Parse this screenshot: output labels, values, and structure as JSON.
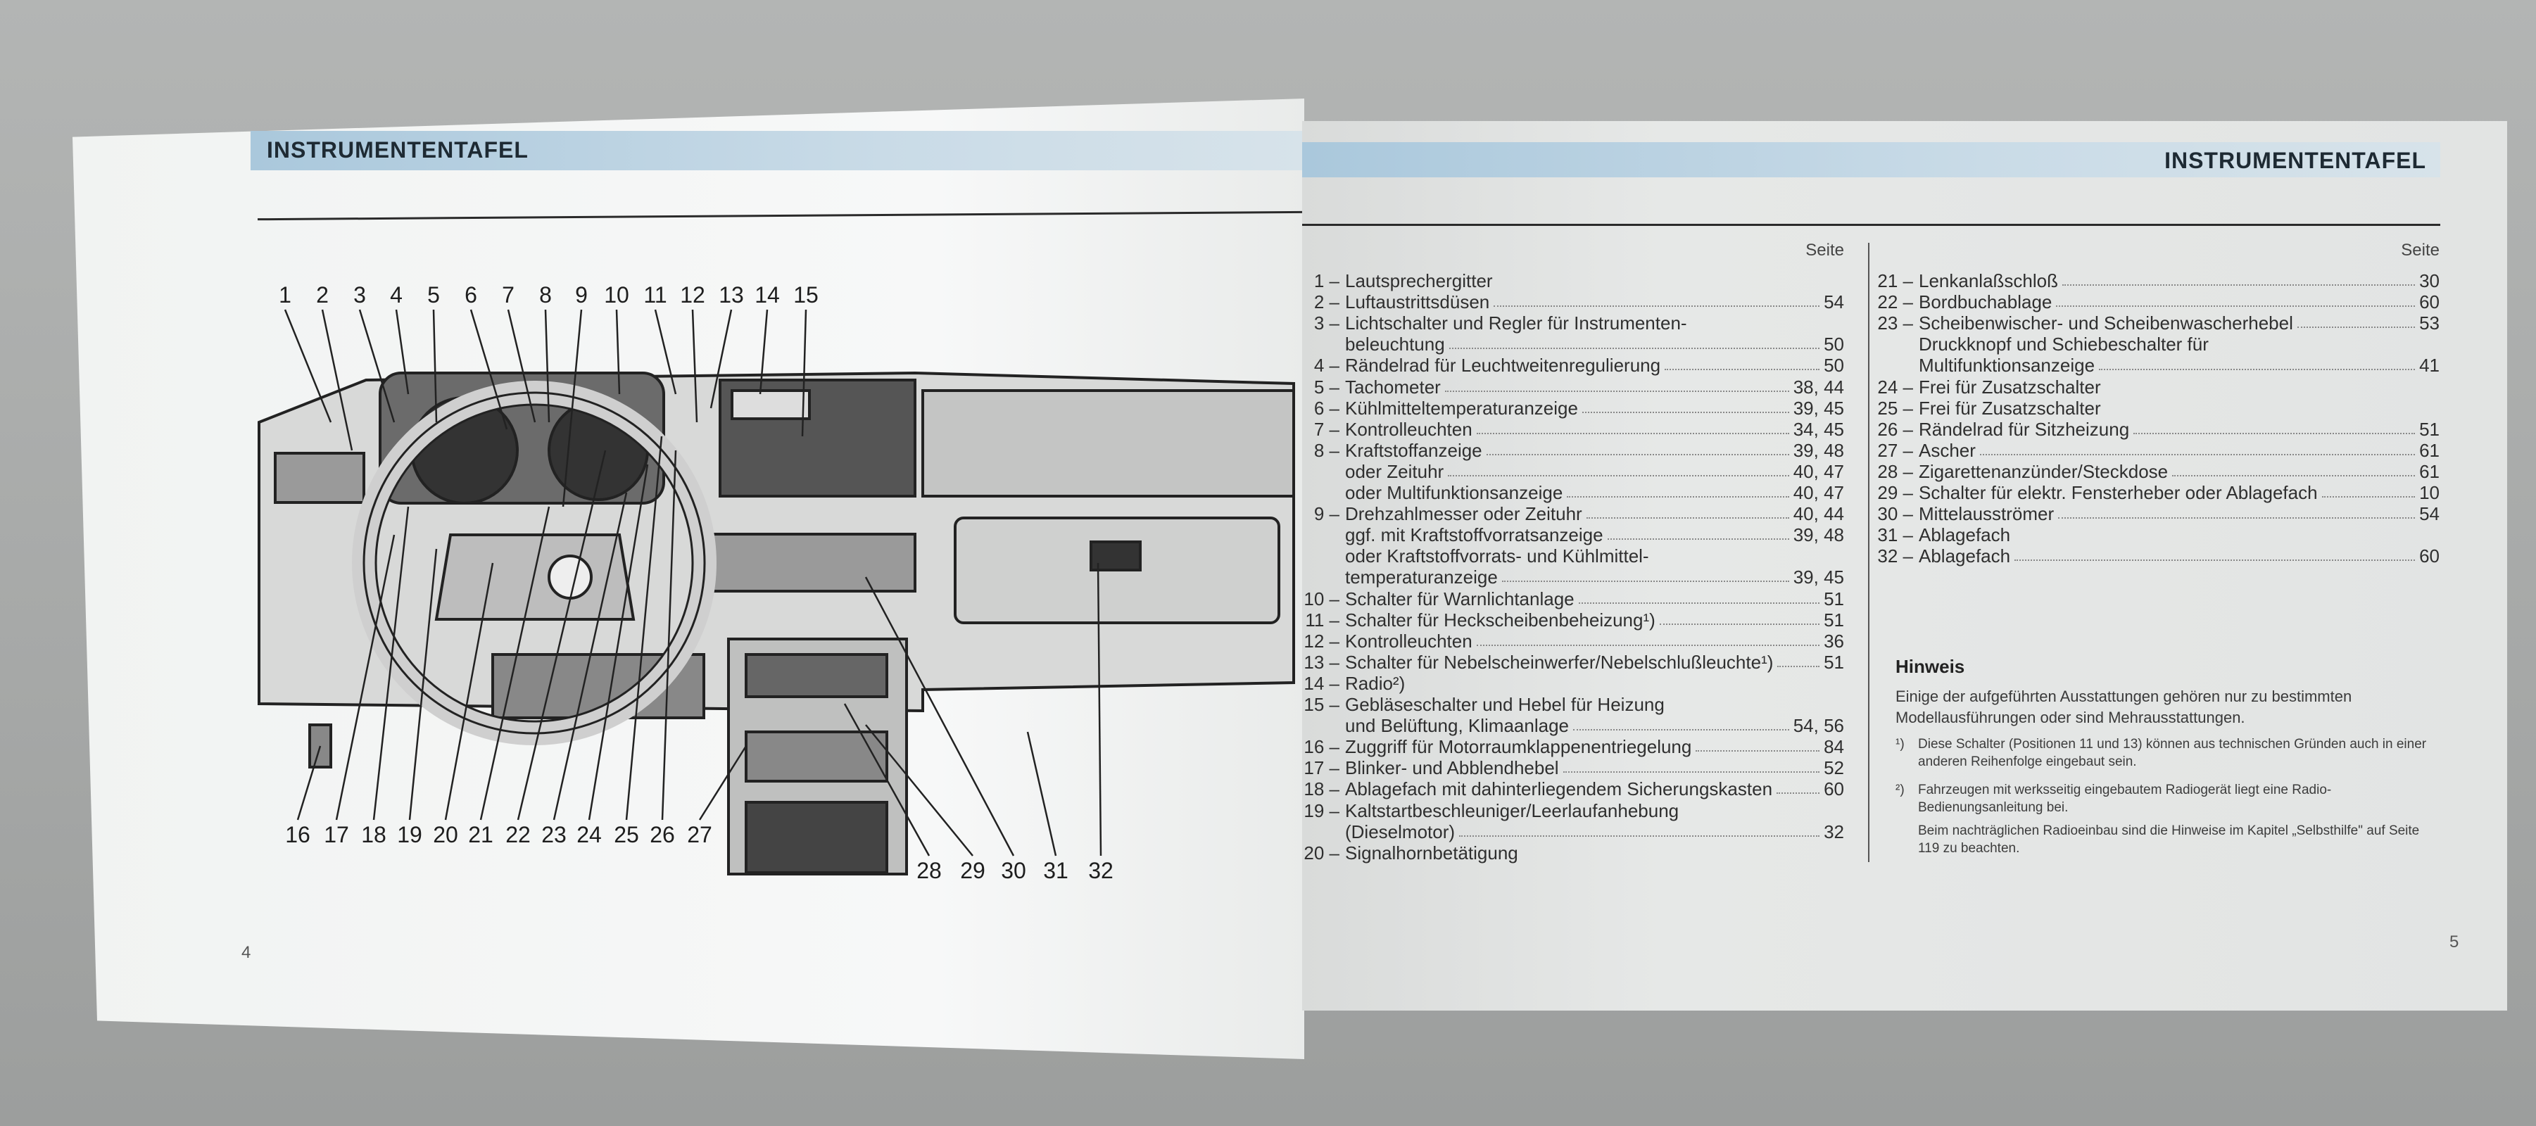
{
  "left_page": {
    "title": "INSTRUMENTENTAFEL",
    "page_number": "4",
    "diagram_callouts_top": [
      "1",
      "2",
      "3",
      "4",
      "5",
      "6",
      "7",
      "8",
      "9",
      "10",
      "11",
      "12",
      "13",
      "14",
      "15"
    ],
    "diagram_callouts_bottom": [
      "16",
      "17",
      "18",
      "19",
      "20",
      "21",
      "22",
      "23",
      "24",
      "25",
      "26",
      "27",
      "28",
      "29",
      "30",
      "31",
      "32"
    ],
    "accent_band_color": "#aac8dc"
  },
  "right_page": {
    "title": "INSTRUMENTENTAFEL",
    "page_number": "5",
    "column_header": "Seite",
    "list_left": [
      {
        "n": "1 –",
        "t": "Lautsprechergitter",
        "p": ""
      },
      {
        "n": "2 –",
        "t": "Luftaustrittsdüsen",
        "p": "54"
      },
      {
        "n": "3 –",
        "t": "Lichtschalter und Regler für Instrumenten-",
        "p": ""
      },
      {
        "n": "",
        "t": "beleuchtung",
        "p": "50"
      },
      {
        "n": "4 –",
        "t": "Rändelrad für Leuchtweitenregulierung",
        "p": "50"
      },
      {
        "n": "5 –",
        "t": "Tachometer",
        "p": "38, 44"
      },
      {
        "n": "6 –",
        "t": "Kühlmitteltemperaturanzeige",
        "p": "39, 45"
      },
      {
        "n": "7 –",
        "t": "Kontrolleuchten",
        "p": "34, 45"
      },
      {
        "n": "8 –",
        "t": "Kraftstoffanzeige",
        "p": "39, 48"
      },
      {
        "n": "",
        "t": "oder Zeituhr",
        "p": "40, 47"
      },
      {
        "n": "",
        "t": "oder Multifunktionsanzeige",
        "p": "40, 47"
      },
      {
        "n": "9 –",
        "t": "Drehzahlmesser oder Zeituhr",
        "p": "40, 44"
      },
      {
        "n": "",
        "t": "ggf. mit Kraftstoffvorratsanzeige",
        "p": "39, 48"
      },
      {
        "n": "",
        "t": "oder Kraftstoffvorrats- und Kühlmittel-",
        "p": ""
      },
      {
        "n": "",
        "t": "temperaturanzeige",
        "p": "39, 45"
      },
      {
        "n": "10 –",
        "t": "Schalter für Warnlichtanlage",
        "p": "51"
      },
      {
        "n": "11 –",
        "t": "Schalter für Heckscheibenbeheizung¹)",
        "p": "51"
      },
      {
        "n": "12 –",
        "t": "Kontrolleuchten",
        "p": "36"
      },
      {
        "n": "13 –",
        "t": "Schalter für Nebelscheinwerfer/Nebelschlußleuchte¹)",
        "p": "51"
      },
      {
        "n": "14 –",
        "t": "Radio²)",
        "p": ""
      },
      {
        "n": "15 –",
        "t": "Gebläseschalter und Hebel für Heizung",
        "p": ""
      },
      {
        "n": "",
        "t": "und Belüftung, Klimaanlage",
        "p": "54, 56"
      },
      {
        "n": "16 –",
        "t": "Zuggriff für Motorraumklappenentriegelung",
        "p": "84"
      },
      {
        "n": "17 –",
        "t": "Blinker- und Abblendhebel",
        "p": "52"
      },
      {
        "n": "18 –",
        "t": "Ablagefach mit dahinterliegendem Sicherungskasten",
        "p": "60"
      },
      {
        "n": "19 –",
        "t": "Kaltstartbeschleuniger/Leerlaufanhebung",
        "p": ""
      },
      {
        "n": "",
        "t": "(Dieselmotor)",
        "p": "32"
      },
      {
        "n": "20 –",
        "t": "Signalhornbetätigung",
        "p": ""
      }
    ],
    "list_right": [
      {
        "n": "21 –",
        "t": "Lenkanlaßschloß",
        "p": "30"
      },
      {
        "n": "22 –",
        "t": "Bordbuchablage",
        "p": "60"
      },
      {
        "n": "23 –",
        "t": "Scheibenwischer- und Scheibenwascherhebel",
        "p": "53"
      },
      {
        "n": "",
        "t": "Druckknopf und Schiebeschalter für",
        "p": ""
      },
      {
        "n": "",
        "t": "Multifunktionsanzeige",
        "p": "41"
      },
      {
        "n": "24 –",
        "t": "Frei für Zusatzschalter",
        "p": ""
      },
      {
        "n": "25 –",
        "t": "Frei für Zusatzschalter",
        "p": ""
      },
      {
        "n": "26 –",
        "t": "Rändelrad für Sitzheizung",
        "p": "51"
      },
      {
        "n": "27 –",
        "t": "Ascher",
        "p": "61"
      },
      {
        "n": "28 –",
        "t": "Zigarettenanzünder/Steckdose",
        "p": "61"
      },
      {
        "n": "29 –",
        "t": "Schalter für elektr. Fensterheber oder Ablagefach",
        "p": "10"
      },
      {
        "n": "30 –",
        "t": "Mittelausströmer",
        "p": "54"
      },
      {
        "n": "31 –",
        "t": "Ablagefach",
        "p": ""
      },
      {
        "n": "32 –",
        "t": "Ablagefach",
        "p": "60"
      }
    ],
    "note": {
      "heading": "Hinweis",
      "body": "Einige der aufgeführten Ausstattungen gehören nur zu bestimmten Modellausführungen oder sind Mehrausstattungen.",
      "footnote1_mark": "¹)",
      "footnote1": "Diese Schalter (Positionen 11 und 13) können aus technischen Gründen auch in einer anderen Reihenfolge eingebaut sein.",
      "footnote2_mark": "²)",
      "footnote2": "Fahrzeugen mit werksseitig eingebautem Radiogerät liegt eine Radio-Bedienungsanleitung bei.",
      "footnote2b": "Beim nachträglichen Radioeinbau sind die Hinweise im Kapitel „Selbsthilfe\" auf Seite 119 zu beachten."
    }
  }
}
